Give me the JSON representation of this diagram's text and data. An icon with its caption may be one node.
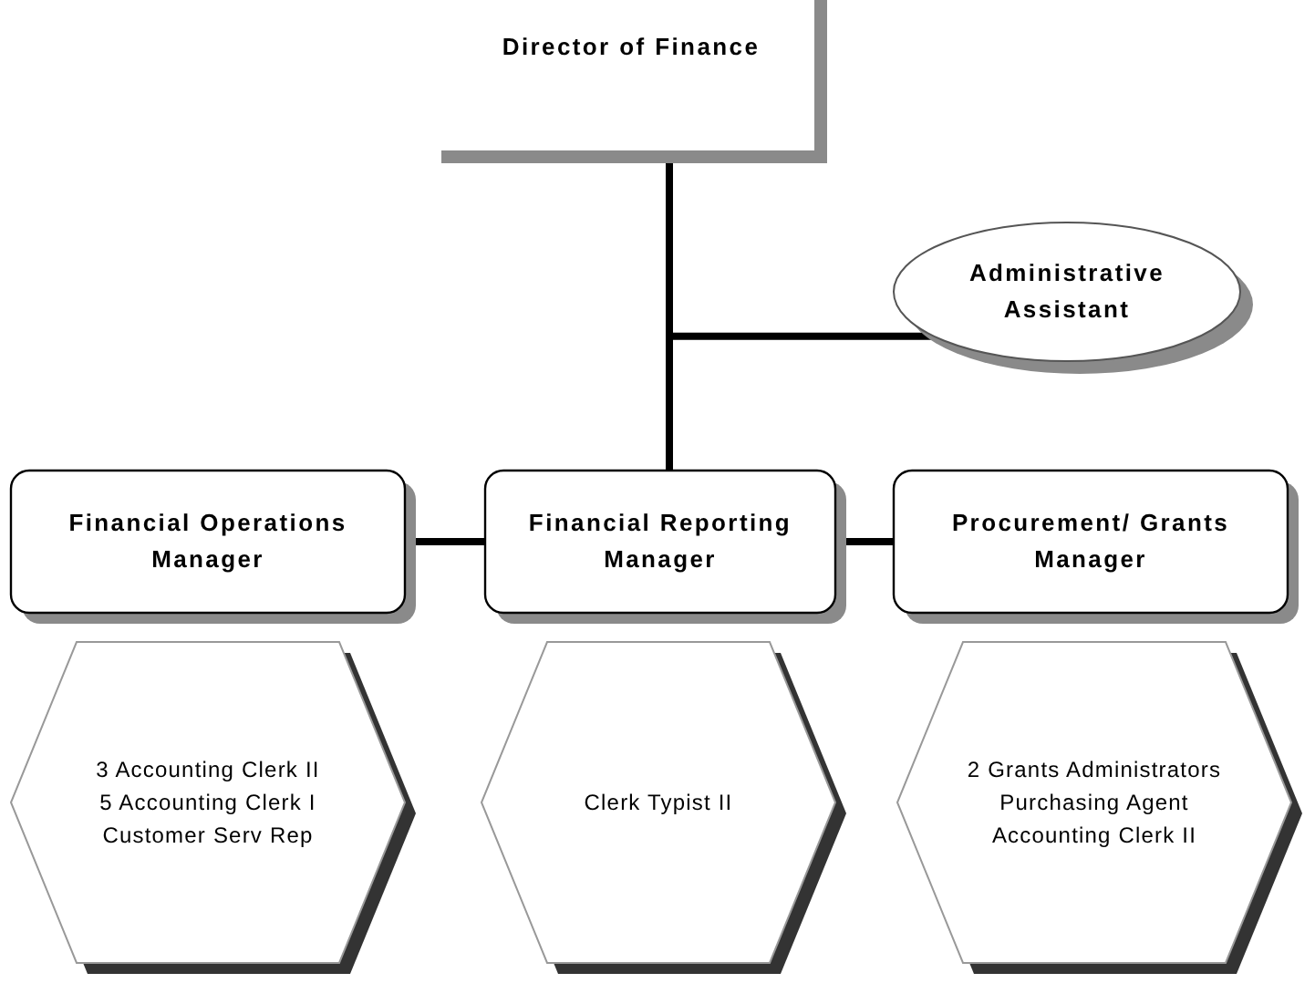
{
  "diagram": {
    "nodes": [
      {
        "text": [
          "Director of Finance"
        ]
      },
      {
        "text": [
          "Administrative Assistant"
        ]
      },
      {
        "text": [
          "Financial Operations Manager"
        ]
      },
      {
        "text": [
          "Financial Reporting Manager"
        ]
      },
      {
        "text": [
          "Procurement/ Grants Manager"
        ]
      },
      {
        "text": [
          "3 Accounting Clerk II",
          "5 Accounting Clerk I",
          "Customer Serv Rep"
        ]
      },
      {
        "text": [
          "Clerk Typist II"
        ]
      },
      {
        "text": [
          "2 Grants Administrators",
          "Purchasing Agent",
          "Accounting Clerk II"
        ]
      }
    ],
    "edges": [
      {
        "from": 0,
        "to": 3,
        "arrow": "none"
      },
      {
        "from": 0,
        "to": 1,
        "arrow": "none"
      },
      {
        "from": 3,
        "to": 2,
        "arrow": "none"
      },
      {
        "from": 3,
        "to": 4,
        "arrow": "none"
      }
    ]
  }
}
